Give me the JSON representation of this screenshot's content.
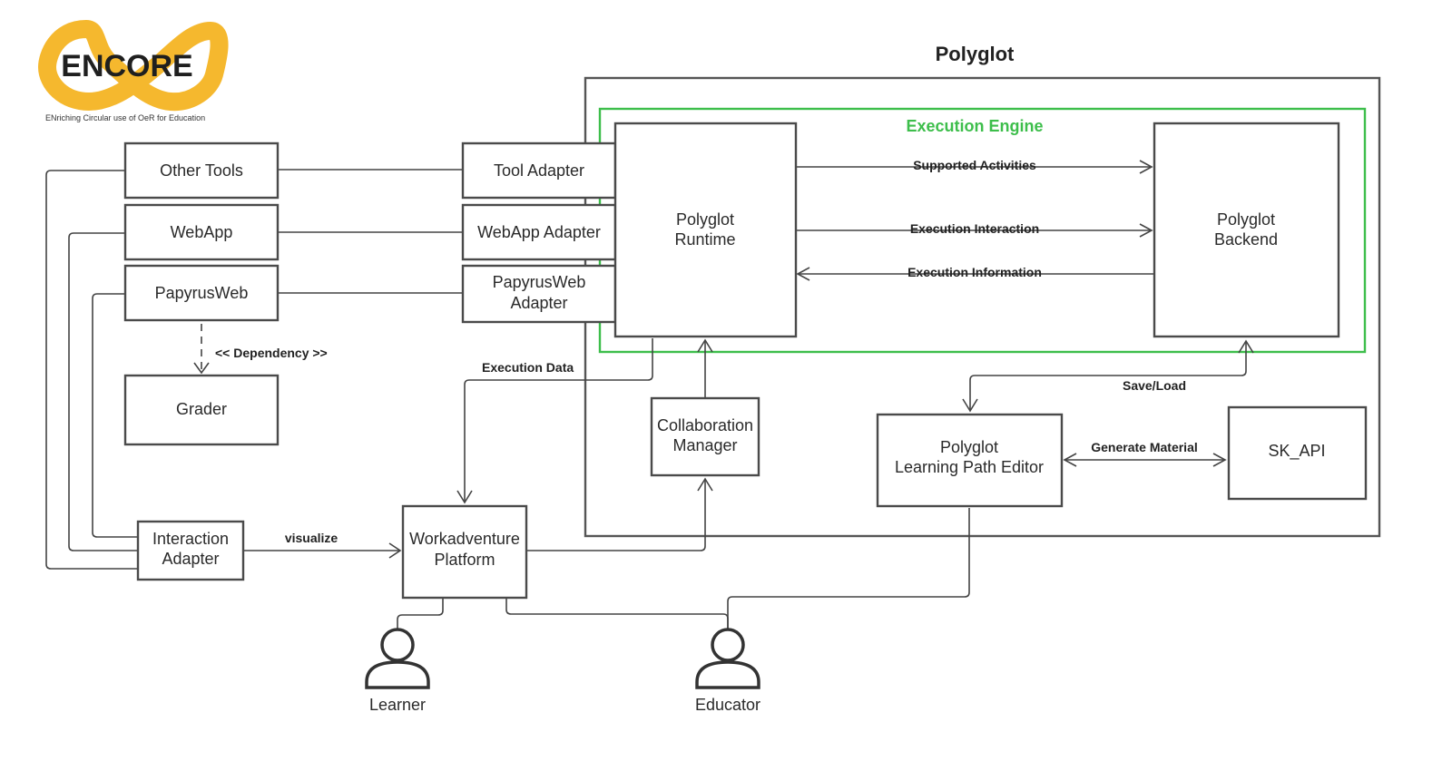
{
  "logo": {
    "text": "ENCORE",
    "tagline": "ENriching Circular use of OeR for Education",
    "color": "#F5B82E"
  },
  "polyglot": {
    "title": "Polyglot",
    "engine_title": "Execution Engine",
    "engine_color": "#3DBE4B"
  },
  "nodes": {
    "other_tools": "Other Tools",
    "webapp": "WebApp",
    "papyrusweb": "PapyrusWeb",
    "grader": "Grader",
    "tool_adapter": "Tool Adapter",
    "webapp_adapter": "WebApp Adapter",
    "papyrusweb_adapter": [
      "PapyrusWeb",
      "Adapter"
    ],
    "runtime": [
      "Polyglot",
      "Runtime"
    ],
    "backend": [
      "Polyglot",
      "Backend"
    ],
    "collab_manager": [
      "Collaboration",
      "Manager"
    ],
    "lp_editor": [
      "Polyglot",
      "Learning Path Editor"
    ],
    "sk_api": "SK_API",
    "interaction_adapter": [
      "Interaction",
      "Adapter"
    ],
    "workadventure": [
      "Workadventure",
      "Platform"
    ]
  },
  "actors": {
    "learner": "Learner",
    "educator": "Educator"
  },
  "edge_labels": {
    "dependency": "<< Dependency >>",
    "execution_data": "Execution Data",
    "supported_activities": "Supported Activities",
    "execution_interaction": "Execution Interaction",
    "execution_information": "Execution Information",
    "save_load": "Save/Load",
    "generate_material": "Generate Material",
    "visualize": "visualize"
  }
}
